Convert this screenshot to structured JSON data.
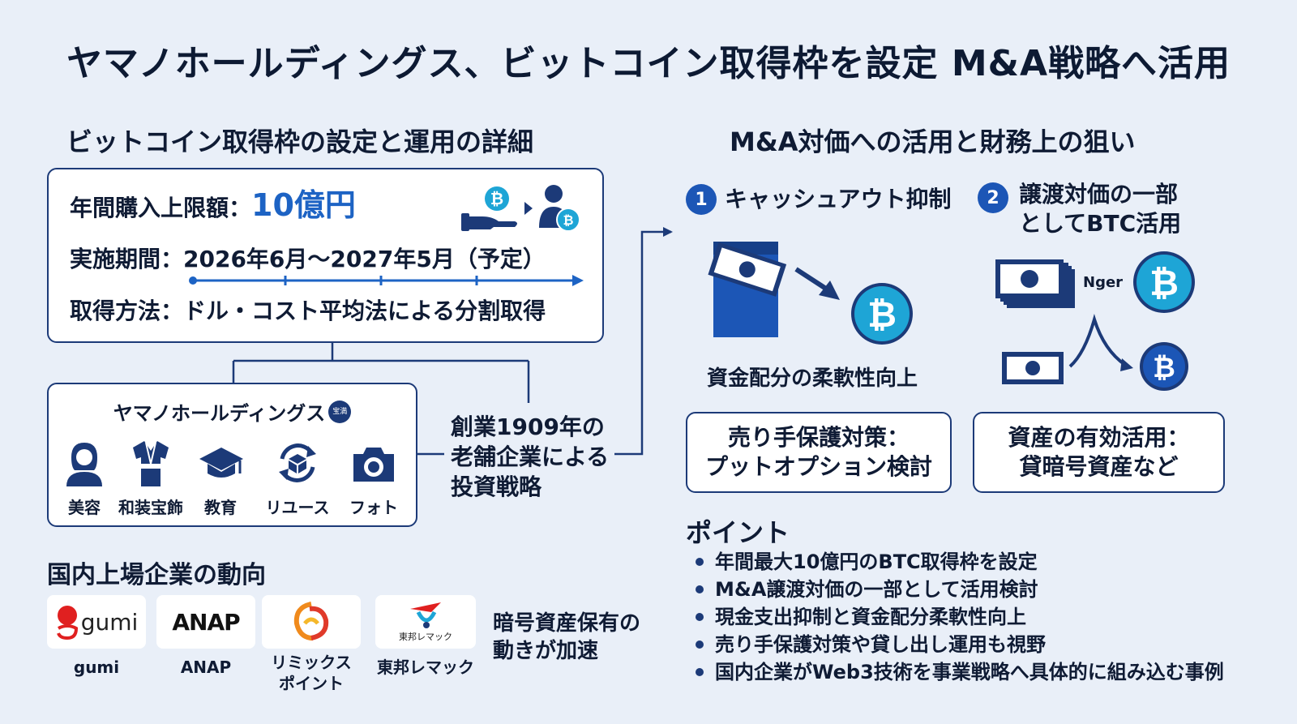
{
  "title": "ヤマノホールディングス、ビットコイン取得枠を設定 M&A戦略へ活用",
  "left_section": {
    "heading": "ビットコイン取得枠の設定と運用の詳細",
    "limit_label": "年間購入上限額：",
    "limit_value": "10億円",
    "period": "実施期間：2026年6月〜2027年5月（予定）",
    "method": "取得方法：ドル・コスト平均法による分割取得",
    "company_name": "ヤマノホールディングス",
    "company_seal": "宝満",
    "businesses": [
      {
        "label": "美容",
        "icon": "woman-icon"
      },
      {
        "label": "和装宝飾",
        "icon": "kimono-icon"
      },
      {
        "label": "教育",
        "icon": "graduation-cap-icon"
      },
      {
        "label": "リユース",
        "icon": "recycle-box-icon"
      },
      {
        "label": "フォト",
        "icon": "camera-icon"
      }
    ],
    "strategy_line1": "創業1909年の",
    "strategy_line2": "老舗企業による",
    "strategy_line3": "投資戦略"
  },
  "right_section": {
    "heading": "M&A対価への活用と財務上の狙い",
    "item1_num": "1",
    "item1_title": "キャッシュアウト抑制",
    "item1_caption": "資金配分の柔軟性向上",
    "item2_num": "2",
    "item2_title_line1": "譲渡対価の一部",
    "item2_title_line2": "としてBTC活用",
    "item2_small_label": "Nger",
    "box1_line1": "売り手保護対策：",
    "box1_line2": "プットオプション検討",
    "box2_line1": "資産の有効活用：",
    "box2_line2": "貸暗号資産など"
  },
  "points": {
    "heading": "ポイント",
    "items": [
      "年間最大10億円のBTC取得枠を設定",
      "M&A譲渡対価の一部として活用検討",
      "現金支出抑制と資金配分柔軟性向上",
      "売り手保護対策や貸し出し運用も視野",
      "国内企業がWeb3技術を事業戦略へ具体的に組み込む事例"
    ]
  },
  "domestic": {
    "heading": "国内上場企業の動向",
    "companies": [
      {
        "logo_text": "gumi",
        "label_line1": "gumi",
        "label_line2": ""
      },
      {
        "logo_text": "ANAP",
        "label_line1": "ANAP",
        "label_line2": ""
      },
      {
        "logo_text": "",
        "label_line1": "リミックス",
        "label_line2": "ポイント"
      },
      {
        "logo_text": "東邦レマック",
        "label_line1": "東邦レマック",
        "label_line2": ""
      }
    ],
    "trend_line1": "暗号資産保有の",
    "trend_line2": "動きが加速"
  },
  "colors": {
    "navy": "#1c3a78",
    "accent_blue": "#1d63c4",
    "bitcoin_teal": "#1ea5d6",
    "badge_blue": "#1c56b6",
    "background": "#e9eff8"
  }
}
